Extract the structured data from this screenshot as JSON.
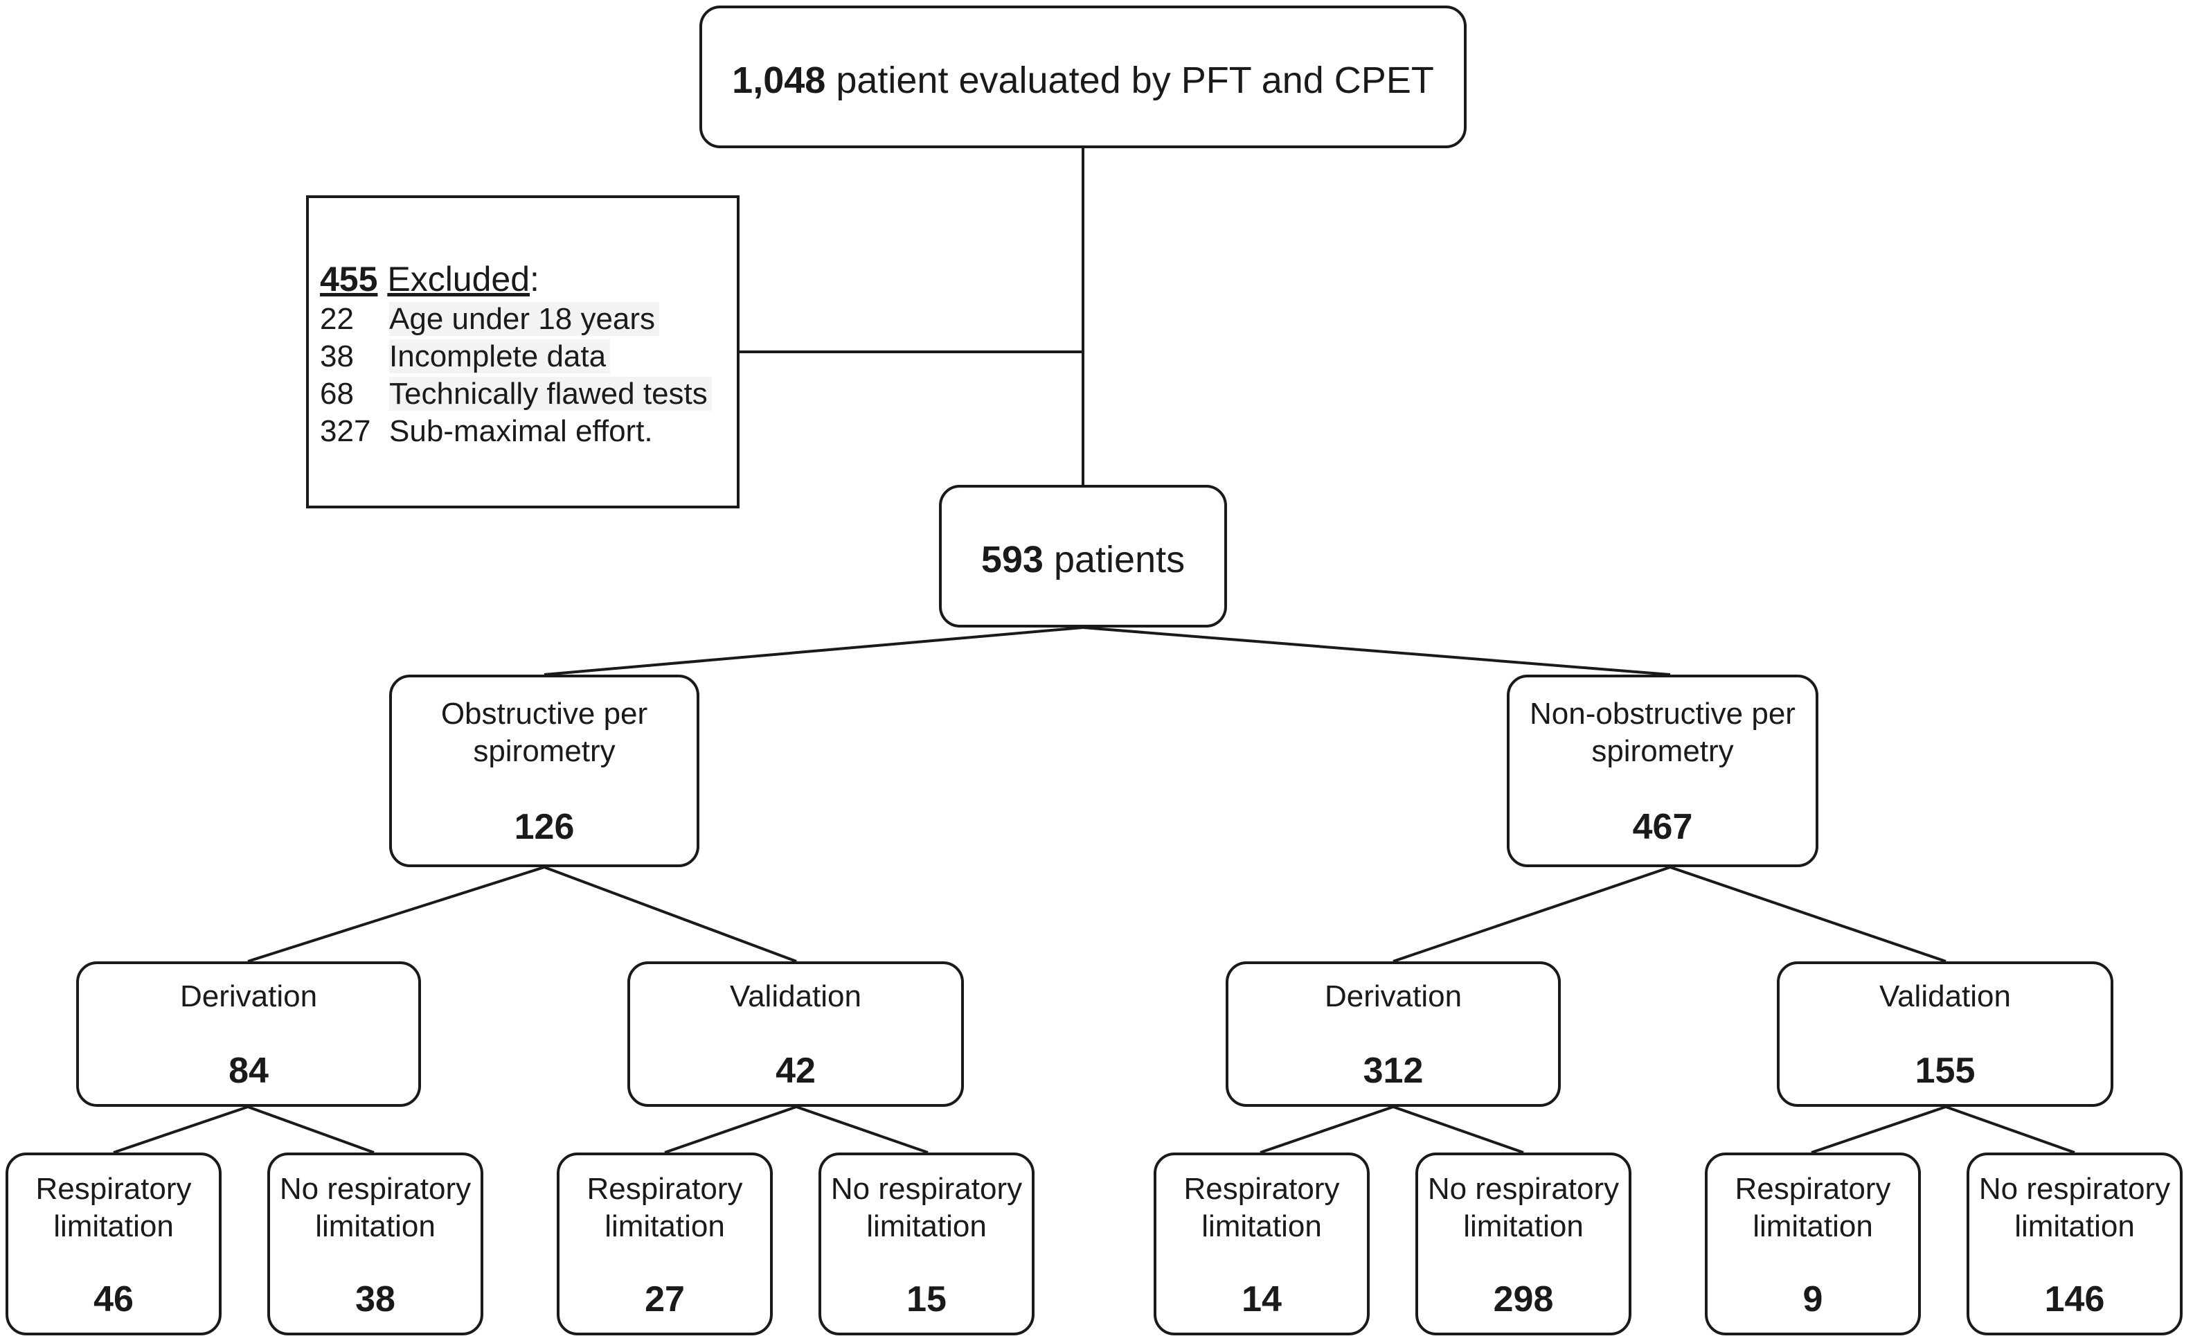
{
  "top": {
    "count": "1,048",
    "text": "patient evaluated by PFT and CPET"
  },
  "excluded": {
    "count": "455",
    "word": "Excluded",
    "colon": ":",
    "items": [
      {
        "n": "22",
        "text": "Age under  18 years"
      },
      {
        "n": "38",
        "text": "Incomplete data"
      },
      {
        "n": "68",
        "text": "Technically flawed tests"
      },
      {
        "n": "327",
        "text": "Sub-maximal effort."
      }
    ]
  },
  "included": {
    "count": "593",
    "text": "patients"
  },
  "groups": [
    {
      "label_line1": "Obstructive per",
      "label_line2": "spirometry",
      "count": "126",
      "sets": [
        {
          "label": "Derivation",
          "count": "84",
          "leaves": [
            {
              "line1": "Respiratory",
              "line2": "limitation",
              "count": "46"
            },
            {
              "line1": "No respiratory",
              "line2": "limitation",
              "count": "38"
            }
          ]
        },
        {
          "label": "Validation",
          "count": "42",
          "leaves": [
            {
              "line1": "Respiratory",
              "line2": "limitation",
              "count": "27"
            },
            {
              "line1": "No respiratory",
              "line2": "limitation",
              "count": "15"
            }
          ]
        }
      ]
    },
    {
      "label_line1": "Non-obstructive per",
      "label_line2": "spirometry",
      "count": "467",
      "sets": [
        {
          "label": "Derivation",
          "count": "312",
          "leaves": [
            {
              "line1": "Respiratory",
              "line2": "limitation",
              "count": "14"
            },
            {
              "line1": "No respiratory",
              "line2": "limitation",
              "count": "298"
            }
          ]
        },
        {
          "label": "Validation",
          "count": "155",
          "leaves": [
            {
              "line1": "Respiratory",
              "line2": "limitation",
              "count": "9"
            },
            {
              "line1": "No respiratory",
              "line2": "limitation",
              "count": "146"
            }
          ]
        }
      ]
    }
  ]
}
